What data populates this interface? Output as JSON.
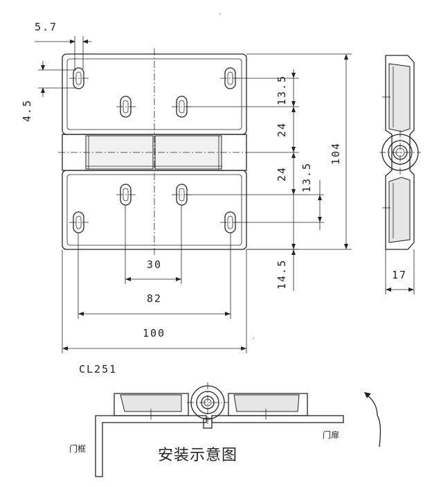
{
  "dimensions": {
    "hole_offset_x": "5.7",
    "hole_offset_y": "4.5",
    "hole_spacing_top": "13.5",
    "half_height_top": "24",
    "half_height_bottom": "24",
    "hole_spacing_bottom": "13.5",
    "total_height": "104",
    "edge_offset": "14.5",
    "inner_hole_spacing": "30",
    "outer_hole_spacing": "82",
    "total_width": "100",
    "thickness": "17"
  },
  "model": "CL251",
  "installation": {
    "title": "安装示意图",
    "door_frame": "门框",
    "door_leaf": "门扉"
  }
}
